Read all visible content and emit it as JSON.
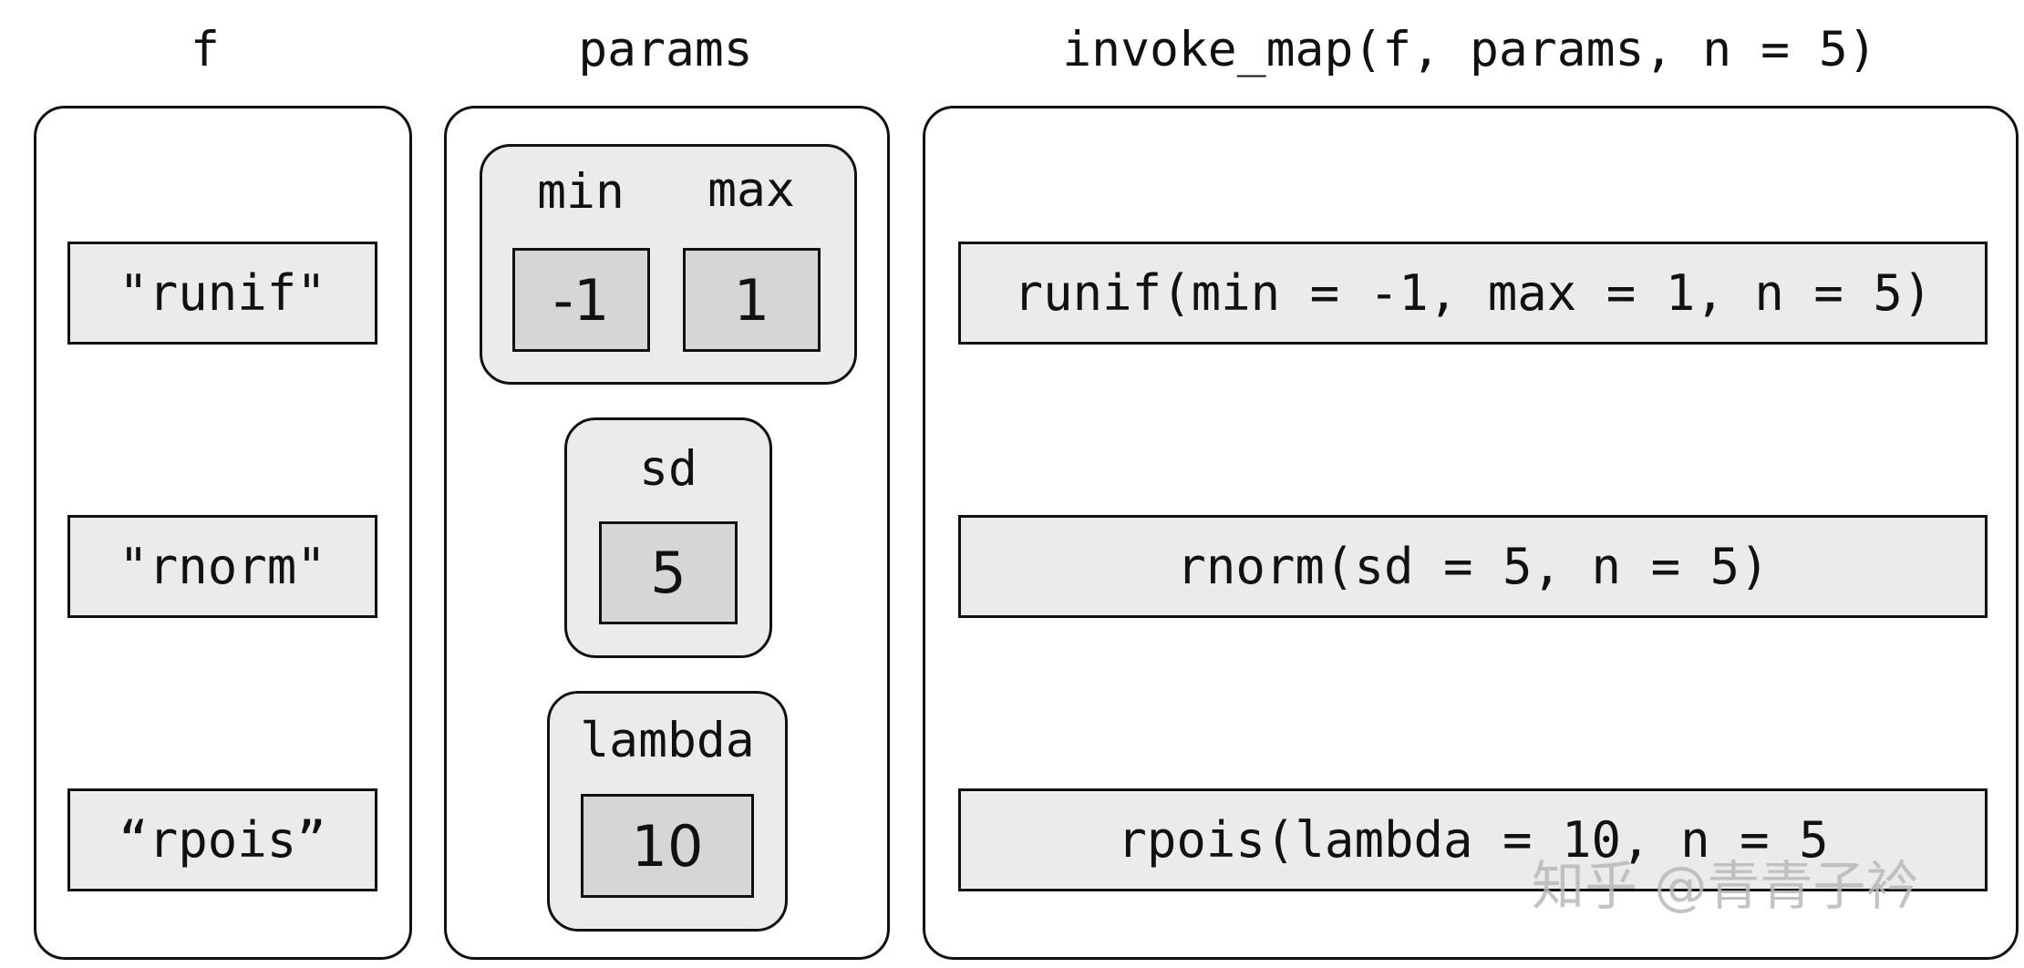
{
  "headers": {
    "f": "f",
    "params": "params",
    "result": "invoke_map(f, params, n = 5)"
  },
  "functions": [
    "\"runif\"",
    "\"rnorm\"",
    "“rpois”"
  ],
  "params": {
    "group1": {
      "min_label": "min",
      "min_value": "-1",
      "max_label": "max",
      "max_value": "1"
    },
    "group2": {
      "sd_label": "sd",
      "sd_value": "5"
    },
    "group3": {
      "lambda_label": "lambda",
      "lambda_value": "10"
    }
  },
  "calls": [
    "runif(min = -1, max = 1, n = 5)",
    "rnorm(sd = 5, n = 5)",
    "rpois(lambda = 10, n = 5"
  ],
  "watermark": "知乎 @青青子衿"
}
